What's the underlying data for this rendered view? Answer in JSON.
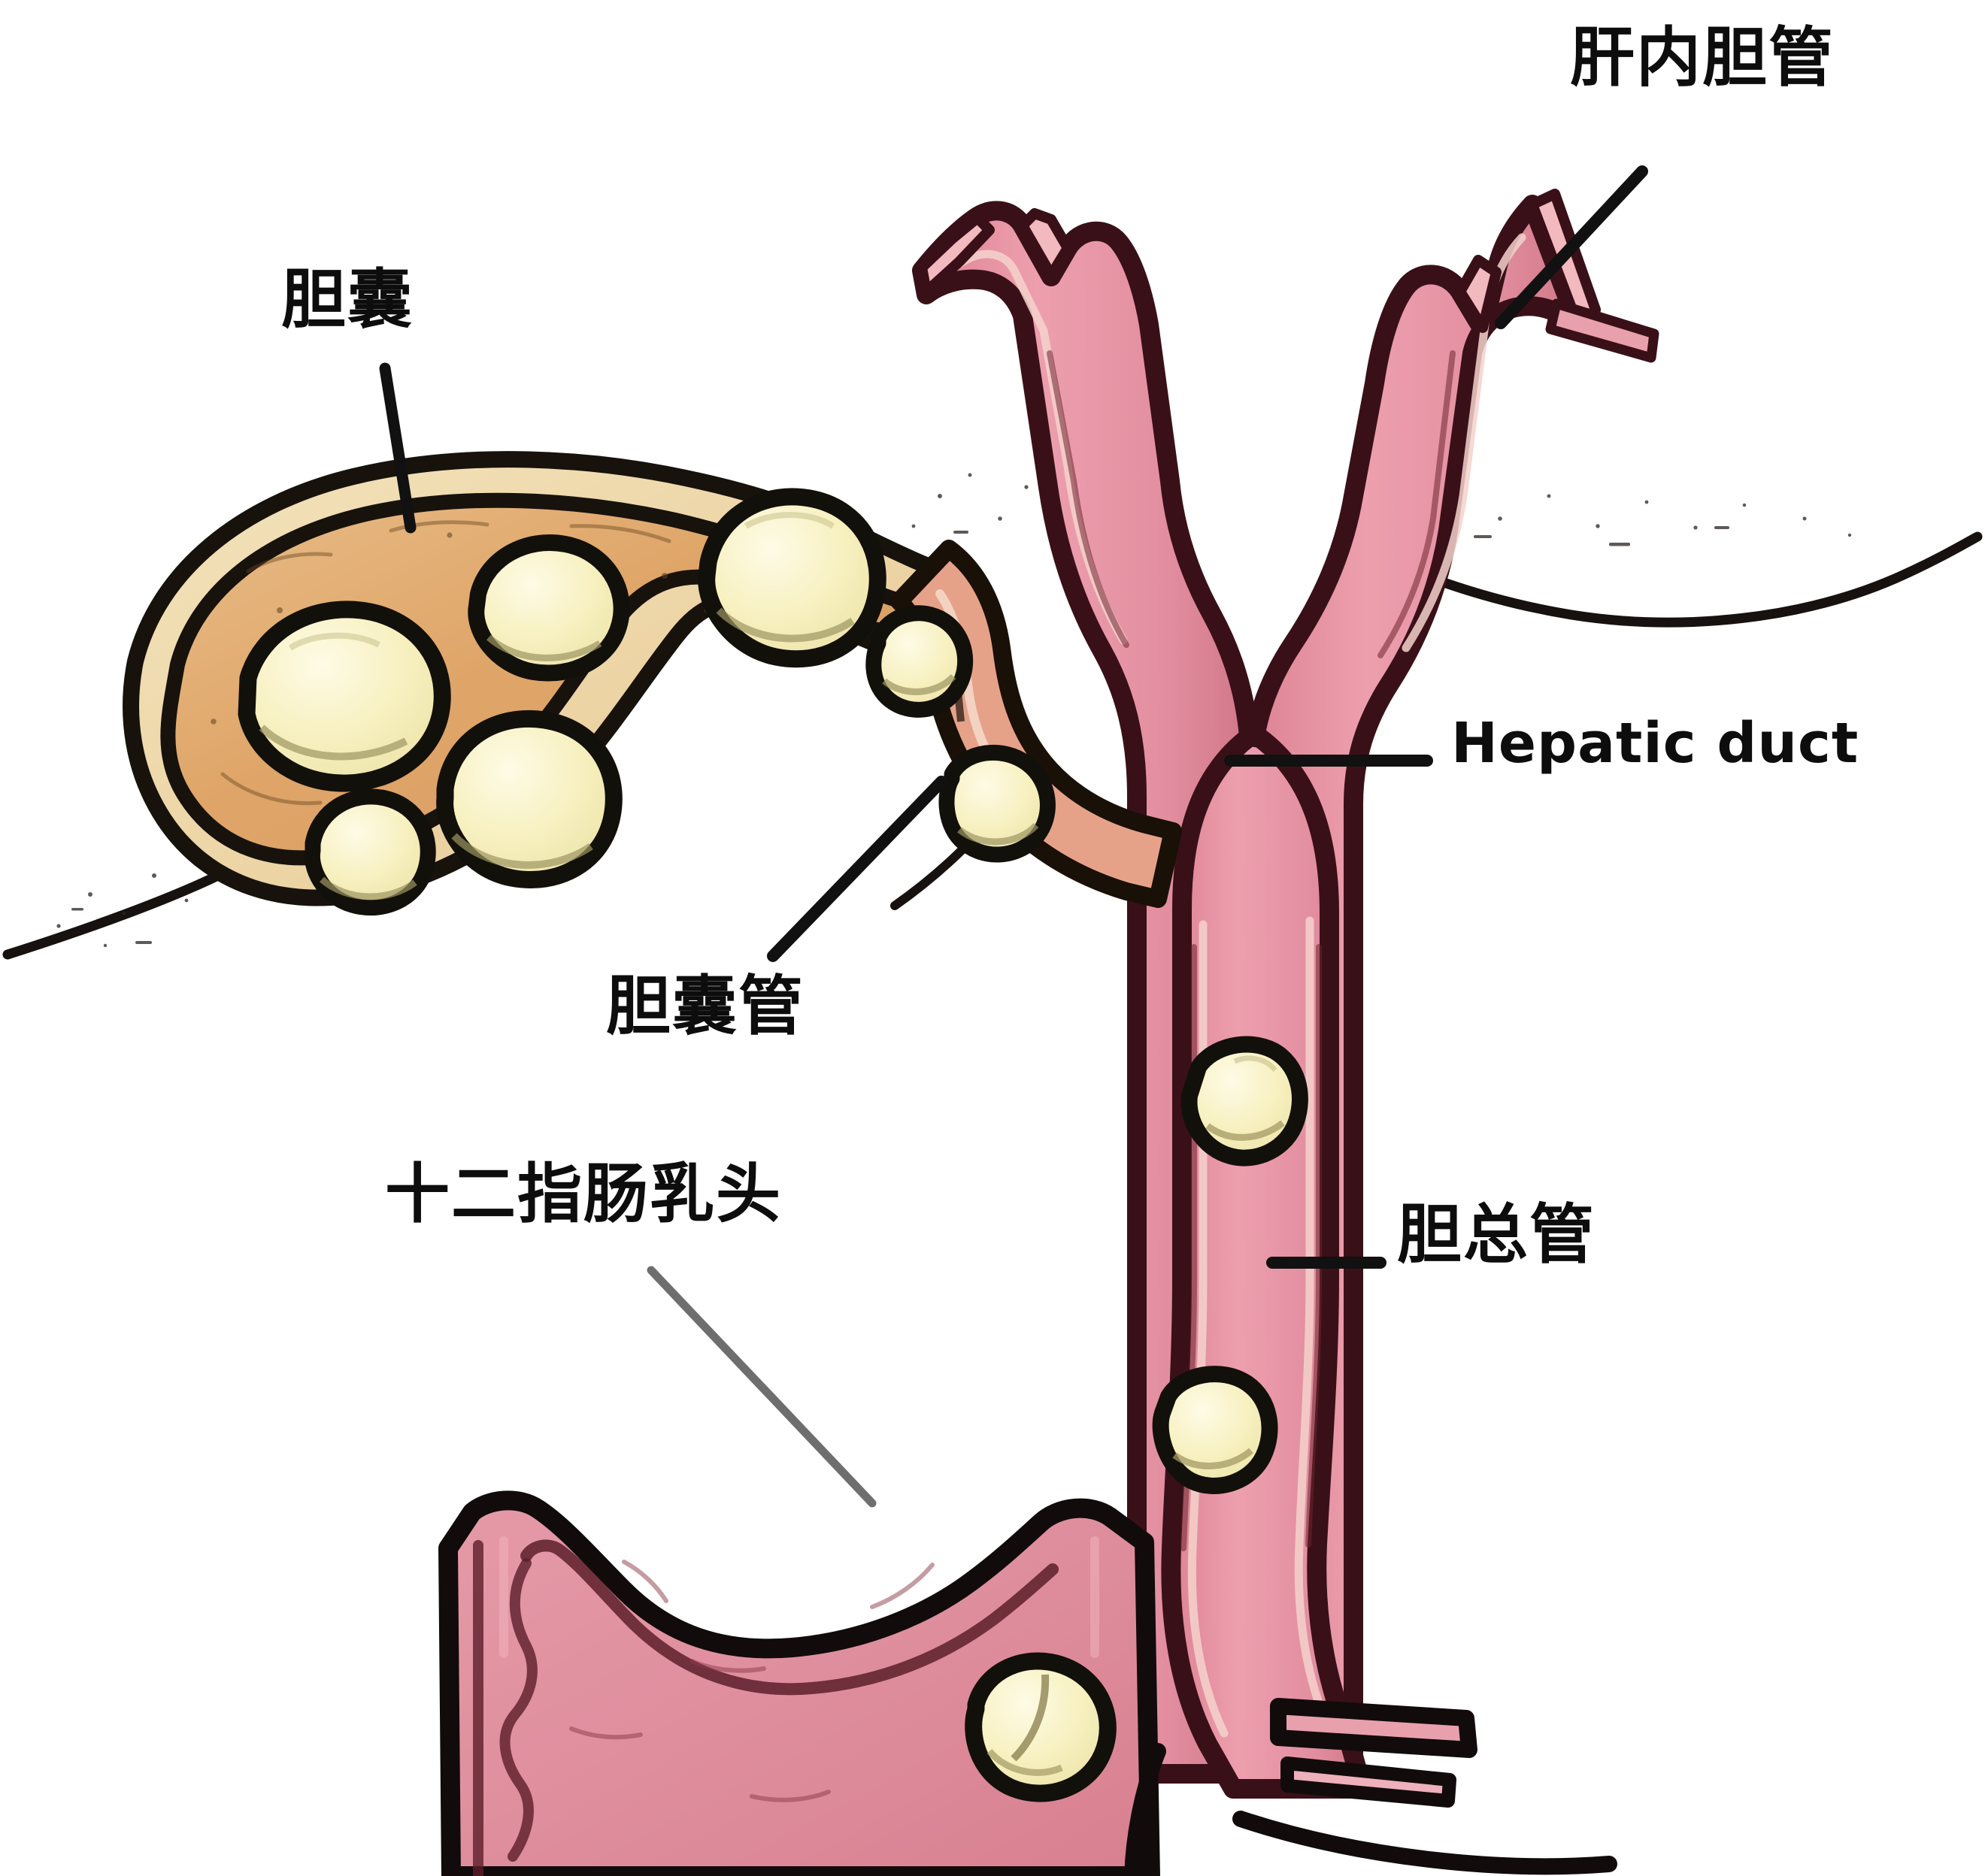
{
  "figure": {
    "title": "Biliary system with gallstones (cholelithiasis / choledocholithiasis)",
    "background_color": "#ffffff"
  },
  "labels": [
    {
      "id": "intrahepatic",
      "text": "肝内胆管",
      "lang": "zh",
      "meaning": "intrahepatic bile duct",
      "position": "top-right"
    },
    {
      "id": "gallbladder",
      "text": "胆囊",
      "lang": "zh",
      "meaning": "gallbladder",
      "position": "top-left"
    },
    {
      "id": "hepatic",
      "text": "Hepatic duct",
      "lang": "en",
      "meaning": "hepatic duct",
      "position": "right-middle"
    },
    {
      "id": "cysticduct",
      "text": "胆囊管",
      "lang": "zh",
      "meaning": "cystic duct",
      "position": "center-left"
    },
    {
      "id": "cbd",
      "text": "胆总管",
      "lang": "zh",
      "meaning": "common bile duct",
      "position": "right-lower"
    },
    {
      "id": "papilla",
      "text": "十二指肠乳头",
      "lang": "zh",
      "meaning": "duodenal papilla",
      "position": "bottom-left"
    }
  ],
  "colors": {
    "duct_fill": "#e5899b",
    "duct_fill_light": "#eda3b2",
    "duct_outline": "#3d1018",
    "duct_inner_line": "#f3cdc9",
    "gallbladder_fill": "#dfa668",
    "gallbladder_fill_light": "#e8bb84",
    "gallbladder_rim": "#f0dcb0",
    "gallbladder_outline": "#1a1209",
    "stone_fill": "#f7f2c4",
    "stone_fill_light": "#fdfade",
    "stone_outline": "#15100a",
    "duodenum_fill": "#e08e9e",
    "ink_black": "#111111",
    "leader_gray": "#6e6e6e"
  },
  "structures": {
    "gallbladder": {
      "name_zh": "胆囊",
      "stone_count": 5,
      "shape": "ovoid sac, upper-left"
    },
    "cystic_duct": {
      "name_zh": "胆囊管",
      "stone_count": 2,
      "shape": "short duct from gallbladder neck"
    },
    "hepatic_duct": {
      "name_en": "Hepatic duct",
      "shape": "Y-shaped bifurcation at top",
      "stone_count": 0
    },
    "intrahepatic_ducts": {
      "name_zh": "肝内胆管",
      "shape": "branching tips at top of Y"
    },
    "common_bile_duct": {
      "name_zh": "胆总管",
      "stone_count": 2,
      "shape": "long vertical duct descending to duodenum"
    },
    "duodenal_papilla": {
      "name_zh": "十二指肠乳头",
      "stone_count": 1,
      "shape": "impacted stone at ampulla"
    },
    "duodenum": {
      "shape": "pink C-loop bowel at bottom-left"
    },
    "liver_outline": {
      "shape": "thin sketchy curves left and right of the hilum"
    }
  },
  "stone_totals": {
    "gallbladder": 5,
    "cystic_duct": 2,
    "common_bile_duct": 2,
    "papilla": 1,
    "total": 10
  }
}
